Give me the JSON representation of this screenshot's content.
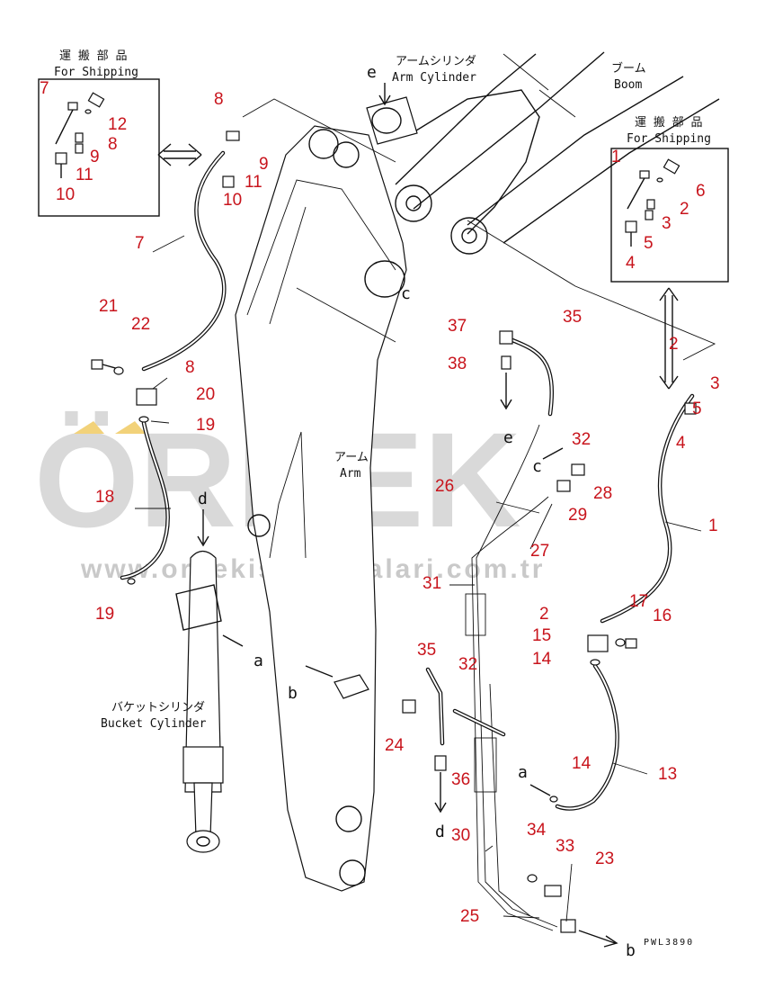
{
  "labels": {
    "shipping_jp": "運 搬 部 品",
    "shipping_en": "For Shipping",
    "arm_cylinder_jp": "アームシリンダ",
    "arm_cylinder_en": "Arm Cylinder",
    "boom_jp": "ブーム",
    "boom_en": "Boom",
    "arm_jp": "アーム",
    "arm_en": "Arm",
    "bucket_cylinder_jp": "バケットシリンダ",
    "bucket_cylinder_en": "Bucket Cylinder",
    "drawing_code": "PWL3890"
  },
  "connection_letters": {
    "a": "a",
    "b": "b",
    "c": "c",
    "d": "d",
    "e": "e"
  },
  "watermark": {
    "brand": "ÖRNEK",
    "url": "www.ornekismakinalari.com.tr",
    "accent_color": "#f2d27a"
  },
  "callouts": {
    "n1": "1",
    "n2": "2",
    "n3": "3",
    "n4": "4",
    "n5": "5",
    "n6": "6",
    "n7": "7",
    "n8": "8",
    "n9": "9",
    "n10": "10",
    "n11": "11",
    "n12": "12",
    "n13": "13",
    "n14": "14",
    "n15": "15",
    "n16": "16",
    "n17": "17",
    "n18": "18",
    "n19": "19",
    "n20": "20",
    "n21": "21",
    "n22": "22",
    "n23": "23",
    "n24": "24",
    "n25": "25",
    "n26": "26",
    "n27": "27",
    "n28": "28",
    "n29": "29",
    "n30": "30",
    "n31": "31",
    "n32": "32",
    "n33": "33",
    "n34": "34",
    "n35": "35",
    "n36": "36",
    "n37": "37",
    "n38": "38"
  },
  "colors": {
    "callout": "#c8141c",
    "line": "#111111"
  }
}
